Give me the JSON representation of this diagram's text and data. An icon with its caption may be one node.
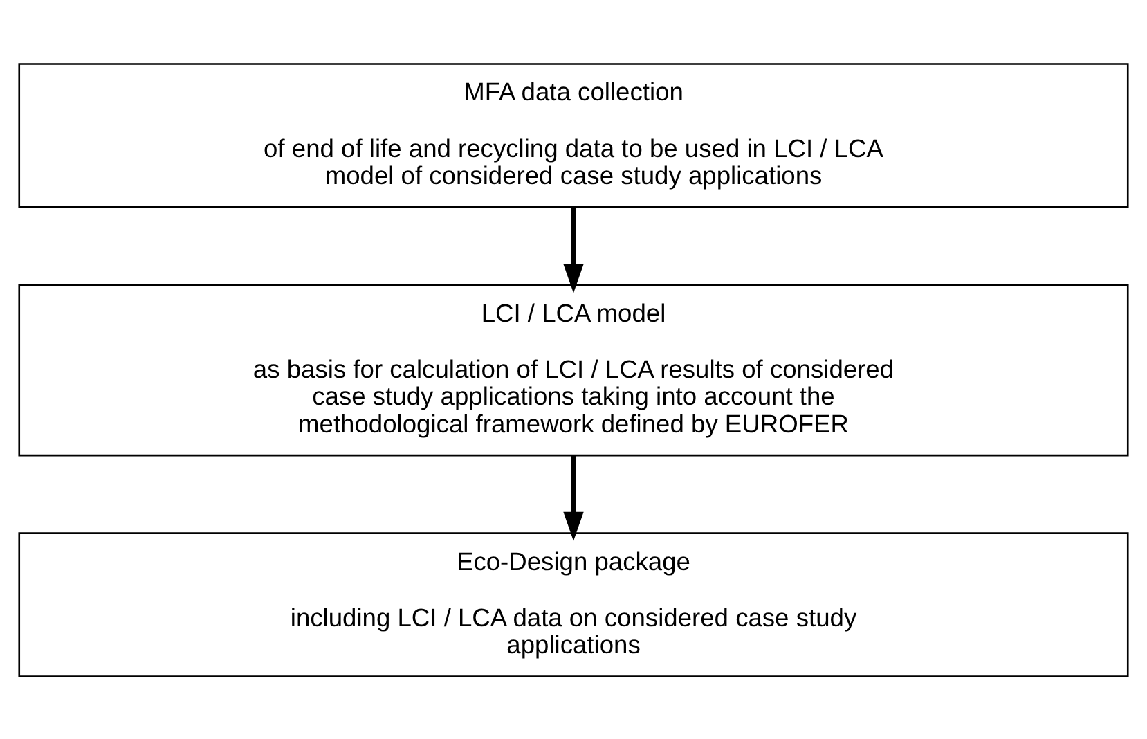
{
  "diagram": {
    "nodes": [
      {
        "text": [
          "MFA data collection",
          "of end of life and recycling data to be used in LCI / LCA model of considered case study applications"
        ]
      },
      {
        "text": [
          "LCI / LCA model",
          "as basis for calculation of LCI / LCA results of considered case study applications taking into account the methodological framework defined by EUROFER"
        ]
      },
      {
        "text": [
          "Eco-Design package",
          "including LCI / LCA data on considered case study applications"
        ]
      }
    ],
    "edges": [
      {
        "from": 0,
        "to": 1,
        "arrow": "to"
      },
      {
        "from": 1,
        "to": 2,
        "arrow": "to"
      }
    ]
  }
}
